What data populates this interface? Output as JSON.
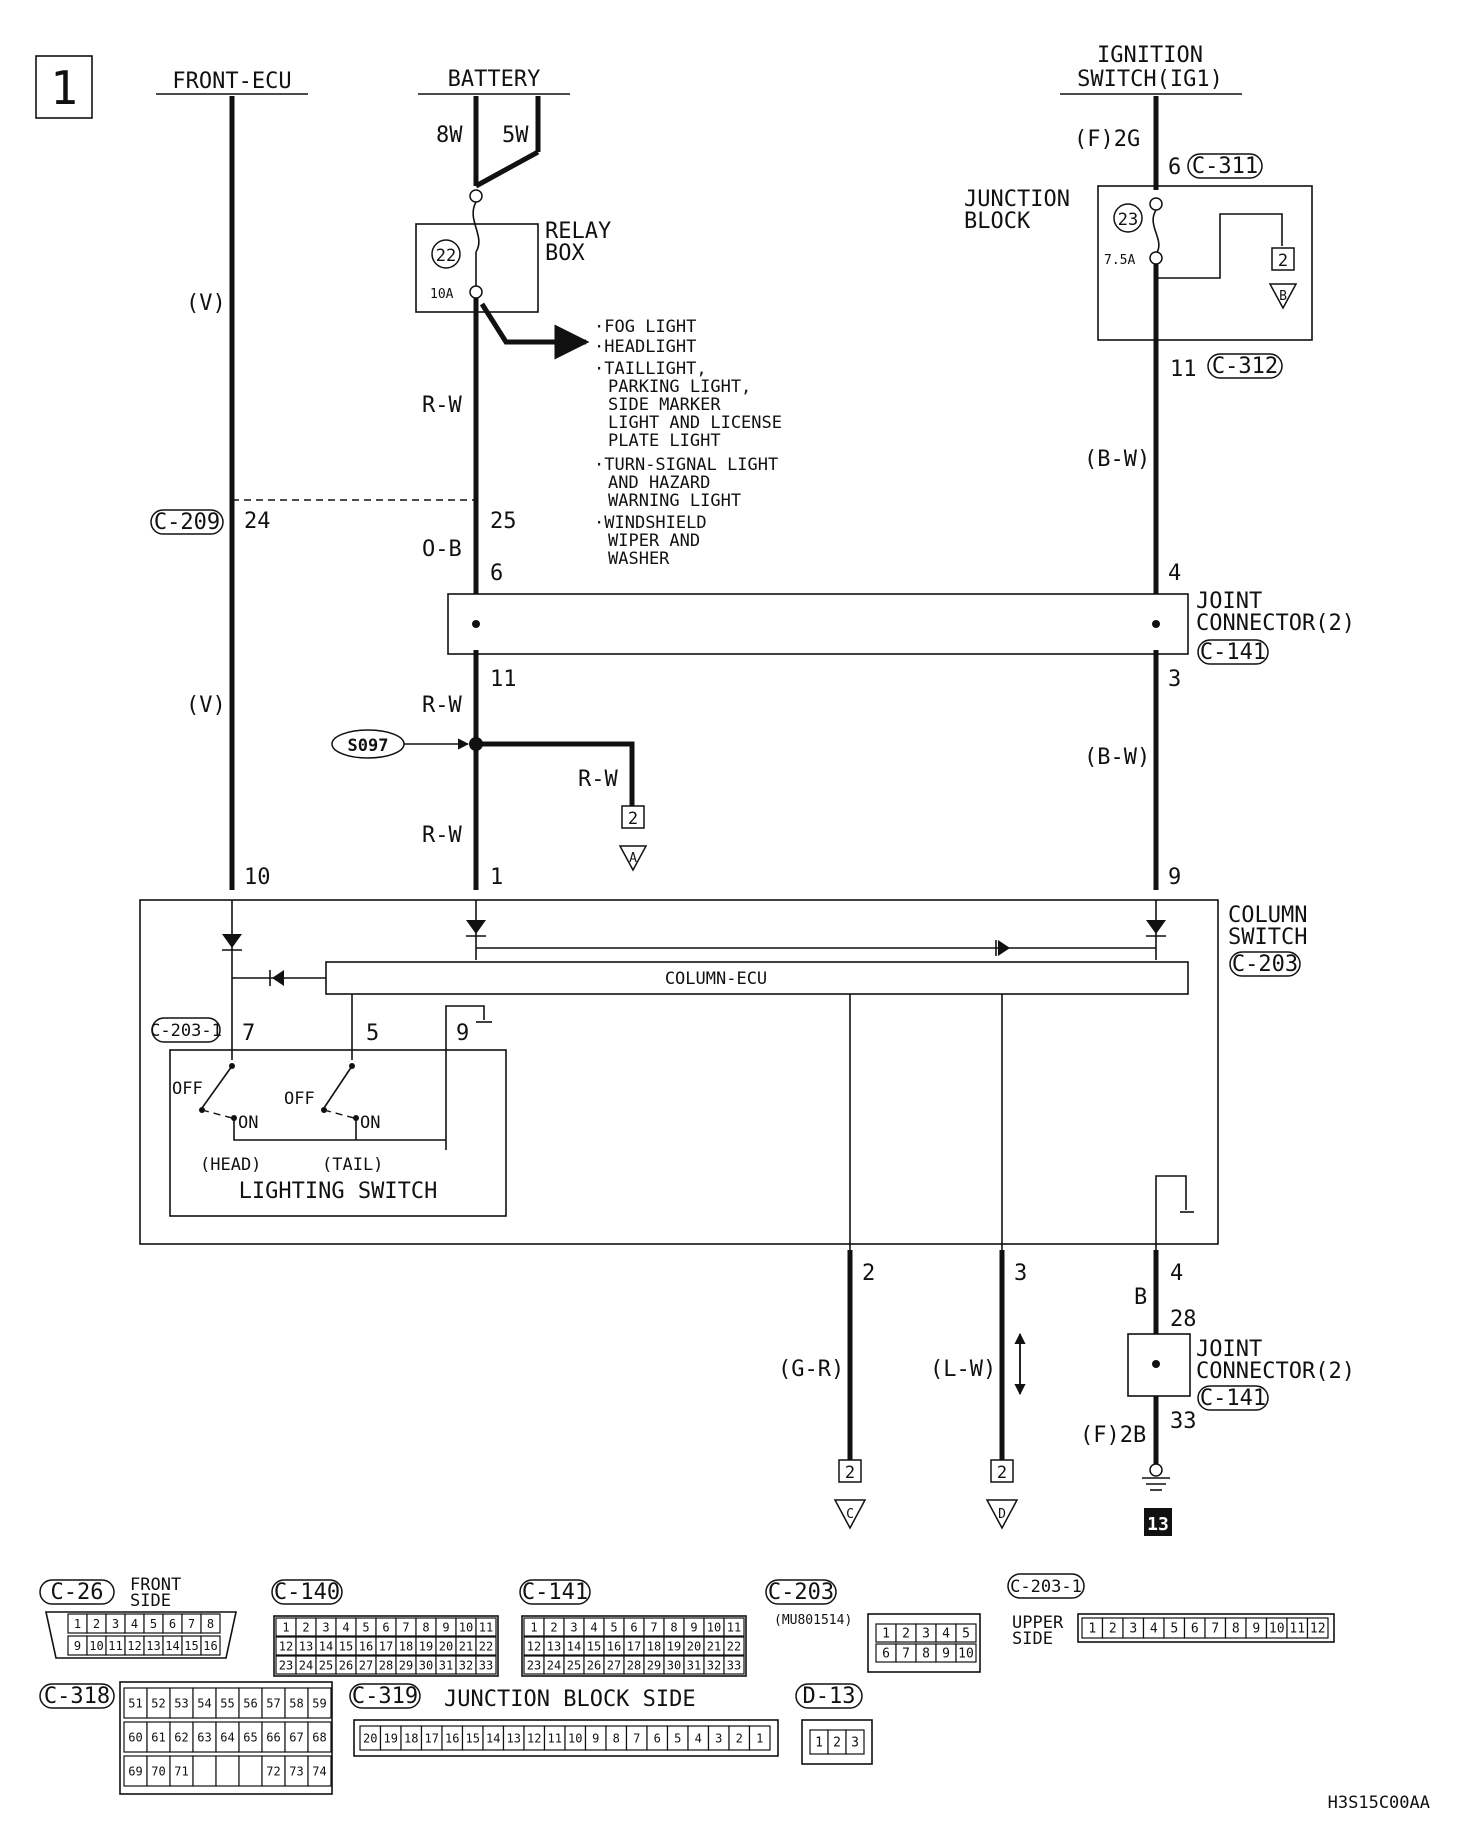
{
  "page_number": "1",
  "figure_code": "H3S15C00AA",
  "sources": {
    "front_ecu": "FRONT-ECU",
    "battery": "BATTERY",
    "ignition_l1": "IGNITION",
    "ignition_l2": "SWITCH(IG1)"
  },
  "battery_wires": {
    "left": "8W",
    "right": "5W"
  },
  "relay_box": {
    "title_l1": "RELAY",
    "title_l2": "BOX",
    "fuse_no": "22",
    "fuse_rating": "10A"
  },
  "relay_loads": [
    [
      "FOG LIGHT"
    ],
    [
      "HEADLIGHT"
    ],
    [
      "TAILLIGHT,",
      "PARKING LIGHT,",
      "SIDE MARKER",
      "LIGHT AND LICENSE",
      "PLATE LIGHT"
    ],
    [
      "TURN-SIGNAL LIGHT",
      "AND HAZARD",
      "WARNING LIGHT"
    ],
    [
      "WINDSHIELD",
      "WIPER AND",
      "WASHER"
    ]
  ],
  "junction_block": {
    "title_l1": "JUNCTION",
    "title_l2": "BLOCK",
    "fuse_no": "23",
    "fuse_rating": "7.5A",
    "ref_box": "2",
    "ref_letter": "B"
  },
  "ign_side": {
    "wire_top": "(F)2G",
    "pin_top": "6",
    "conn_top": "C-311",
    "pin_bottom": "11",
    "conn_bottom": "C-312",
    "wire_mid": "(B-W)"
  },
  "front_ecu_side": {
    "wire_upper": "(V)",
    "conn": "C-209",
    "pin": "24",
    "wire_lower": "(V)",
    "pin_col": "10"
  },
  "battery_side": {
    "wire_upper": "R-W",
    "pin_c209": "25",
    "wire_ob": "O-B",
    "pin_jc_in": "6",
    "pin_jc_out": "11",
    "wire_rw1": "R-W",
    "splice": "S097",
    "branch_wire": "R-W",
    "branch_box": "2",
    "branch_letter": "A",
    "wire_rw2": "R-W",
    "pin_col": "1"
  },
  "joint_connector_top": {
    "title_l1": "JOINT",
    "title_l2": "CONNECTOR(2)",
    "conn": "C-141",
    "pin_in": "4",
    "pin_out": "3",
    "wire_below": "(B-W)",
    "pin_col": "9"
  },
  "column_switch": {
    "title_l1": "COLUMN",
    "title_l2": "SWITCH",
    "conn": "C-203",
    "ecu_label": "COLUMN-ECU"
  },
  "lighting_switch": {
    "conn": "C-203-1",
    "pin_head": "7",
    "pin_tail": "5",
    "pin_gnd": "9",
    "off": "OFF",
    "on": "ON",
    "head": "(HEAD)",
    "tail": "(TAIL)",
    "title": "LIGHTING SWITCH"
  },
  "outputs": [
    {
      "pin": "2",
      "wire": "(G-R)",
      "box": "2",
      "letter": "C"
    },
    {
      "pin": "3",
      "wire": "(L-W)",
      "box": "2",
      "letter": "D"
    }
  ],
  "ground_branch": {
    "pin": "4",
    "wire": "B",
    "pin_jc": "28",
    "title_l1": "JOINT",
    "title_l2": "CONNECTOR(2)",
    "conn": "C-141",
    "wire_bottom": "(F)2B",
    "pin_bottom": "33",
    "ground_no": "13"
  },
  "connector_views": {
    "c26": {
      "id": "C-26",
      "side_l1": "FRONT",
      "side_l2": "SIDE",
      "row1": [
        "1",
        "2",
        "3",
        "4",
        "5",
        "6",
        "7",
        "8"
      ],
      "row2": [
        "9",
        "10",
        "11",
        "12",
        "13",
        "14",
        "15",
        "16"
      ]
    },
    "c140": {
      "id": "C-140",
      "rows": [
        [
          "1",
          "2",
          "3",
          "4",
          "5",
          "6",
          "7",
          "8",
          "9",
          "10",
          "11"
        ],
        [
          "12",
          "13",
          "14",
          "15",
          "16",
          "17",
          "18",
          "19",
          "20",
          "21",
          "22"
        ],
        [
          "23",
          "24",
          "25",
          "26",
          "27",
          "28",
          "29",
          "30",
          "31",
          "32",
          "33"
        ]
      ]
    },
    "c141": {
      "id": "C-141",
      "rows": [
        [
          "1",
          "2",
          "3",
          "4",
          "5",
          "6",
          "7",
          "8",
          "9",
          "10",
          "11"
        ],
        [
          "12",
          "13",
          "14",
          "15",
          "16",
          "17",
          "18",
          "19",
          "20",
          "21",
          "22"
        ],
        [
          "23",
          "24",
          "25",
          "26",
          "27",
          "28",
          "29",
          "30",
          "31",
          "32",
          "33"
        ]
      ]
    },
    "c203": {
      "id": "C-203",
      "part_no": "(MU801514)",
      "row1": [
        "1",
        "2",
        "3",
        "4",
        "5"
      ],
      "row2": [
        "6",
        "7",
        "8",
        "9",
        "10"
      ]
    },
    "c2031": {
      "id": "C-203-1",
      "side_l1": "UPPER",
      "side_l2": "SIDE",
      "row": [
        "1",
        "2",
        "3",
        "4",
        "5",
        "6",
        "7",
        "8",
        "9",
        "10",
        "11",
        "12"
      ]
    },
    "c318": {
      "id": "C-318",
      "rows": [
        [
          "51",
          "52",
          "53",
          "54",
          "55",
          "56",
          "57",
          "58",
          "59"
        ],
        [
          "60",
          "61",
          "62",
          "63",
          "64",
          "65",
          "66",
          "67",
          "68"
        ],
        [
          "69",
          "70",
          "71",
          "",
          "",
          "",
          "72",
          "73",
          "74"
        ]
      ]
    },
    "c319": {
      "id": "C-319",
      "title": "JUNCTION BLOCK SIDE",
      "row": [
        "20",
        "19",
        "18",
        "17",
        "16",
        "15",
        "14",
        "13",
        "12",
        "11",
        "10",
        "9",
        "8",
        "7",
        "6",
        "5",
        "4",
        "3",
        "2",
        "1"
      ]
    },
    "d13": {
      "id": "D-13",
      "row": [
        "1",
        "2",
        "3"
      ]
    }
  }
}
